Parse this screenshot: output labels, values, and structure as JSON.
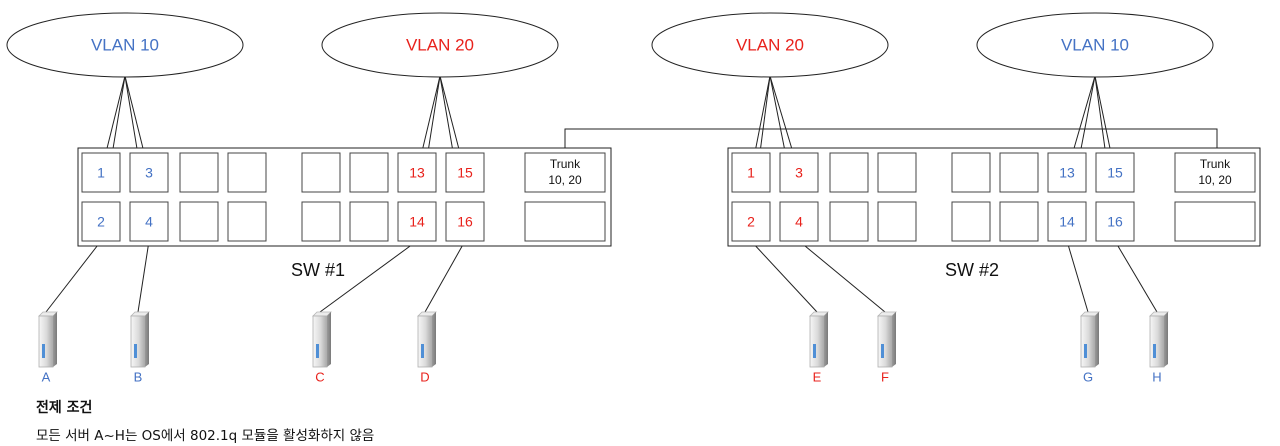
{
  "colors": {
    "blue": "#4472c4",
    "red": "#e8221c",
    "line": "#222222",
    "box": "#444444"
  },
  "vlans": [
    {
      "label": "VLAN 10",
      "color": "blue"
    },
    {
      "label": "VLAN 20",
      "color": "red"
    },
    {
      "label": "VLAN 20",
      "color": "red"
    },
    {
      "label": "VLAN 10",
      "color": "blue"
    }
  ],
  "switches": [
    {
      "label": "SW #1",
      "trunk_label_1": "Trunk",
      "trunk_label_2": "10, 20",
      "top_ports": [
        {
          "label": "1",
          "color": "blue"
        },
        {
          "label": "3",
          "color": "blue"
        },
        {
          "label": "",
          "color": "blue"
        },
        {
          "label": "",
          "color": "blue"
        },
        {
          "label": "",
          "color": "blue"
        },
        {
          "label": "",
          "color": "blue"
        },
        {
          "label": "13",
          "color": "red"
        },
        {
          "label": "15",
          "color": "red"
        }
      ],
      "bottom_ports": [
        {
          "label": "2",
          "color": "blue"
        },
        {
          "label": "4",
          "color": "blue"
        },
        {
          "label": "",
          "color": "blue"
        },
        {
          "label": "",
          "color": "blue"
        },
        {
          "label": "",
          "color": "blue"
        },
        {
          "label": "",
          "color": "blue"
        },
        {
          "label": "14",
          "color": "red"
        },
        {
          "label": "16",
          "color": "red"
        }
      ]
    },
    {
      "label": "SW #2",
      "trunk_label_1": "Trunk",
      "trunk_label_2": "10, 20",
      "top_ports": [
        {
          "label": "1",
          "color": "red"
        },
        {
          "label": "3",
          "color": "red"
        },
        {
          "label": "",
          "color": "red"
        },
        {
          "label": "",
          "color": "red"
        },
        {
          "label": "",
          "color": "red"
        },
        {
          "label": "",
          "color": "red"
        },
        {
          "label": "13",
          "color": "blue"
        },
        {
          "label": "15",
          "color": "blue"
        }
      ],
      "bottom_ports": [
        {
          "label": "2",
          "color": "red"
        },
        {
          "label": "4",
          "color": "red"
        },
        {
          "label": "",
          "color": "red"
        },
        {
          "label": "",
          "color": "red"
        },
        {
          "label": "",
          "color": "red"
        },
        {
          "label": "",
          "color": "red"
        },
        {
          "label": "14",
          "color": "blue"
        },
        {
          "label": "16",
          "color": "blue"
        }
      ]
    }
  ],
  "servers": [
    {
      "label": "A",
      "color": "blue"
    },
    {
      "label": "B",
      "color": "blue"
    },
    {
      "label": "C",
      "color": "red"
    },
    {
      "label": "D",
      "color": "red"
    },
    {
      "label": "E",
      "color": "red"
    },
    {
      "label": "F",
      "color": "red"
    },
    {
      "label": "G",
      "color": "blue"
    },
    {
      "label": "H",
      "color": "blue"
    }
  ],
  "caption": {
    "title": "전제 조건",
    "body": "모든 서버 A~H는 OS에서 802.1q 모듈을 활성화하지 않음"
  }
}
